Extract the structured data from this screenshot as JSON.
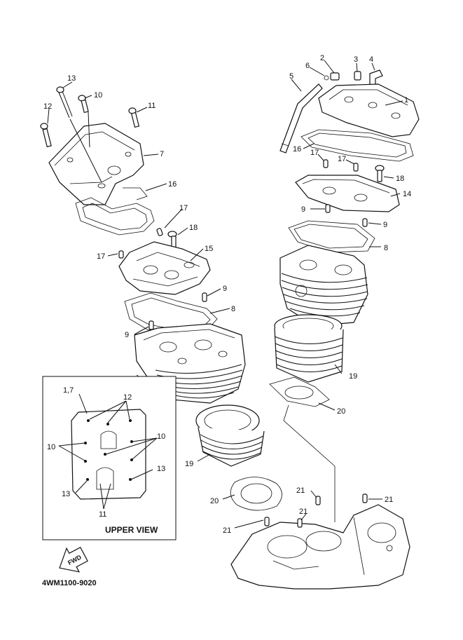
{
  "diagram": {
    "drawing_code": "4WM1100-9020",
    "inset_title": "UPPER VIEW",
    "fwd_marker": "FWD",
    "callouts": {
      "c1": "1",
      "c2": "2",
      "c3": "3",
      "c4": "4",
      "c5": "5",
      "c6": "6",
      "c7": "7",
      "c8a": "8",
      "c8b": "8",
      "c9a": "9",
      "c9b": "9",
      "c9c": "9",
      "c9d": "9",
      "c10": "10",
      "c11": "11",
      "c12": "12",
      "c13": "13",
      "c14": "14",
      "c15": "15",
      "c16a": "16",
      "c16b": "16",
      "c17a": "17",
      "c17b": "17",
      "c17c": "17",
      "c17d": "17",
      "c18a": "18",
      "c18b": "18",
      "c19a": "19",
      "c19b": "19",
      "c20a": "20",
      "c20b": "20",
      "c21a": "21",
      "c21b": "21",
      "c21c": "21",
      "c21d": "21"
    },
    "inset_callouts": {
      "i17": "1,7",
      "i12": "12",
      "i10a": "10",
      "i10b": "10",
      "i13a": "13",
      "i13b": "13",
      "i11": "11"
    }
  }
}
